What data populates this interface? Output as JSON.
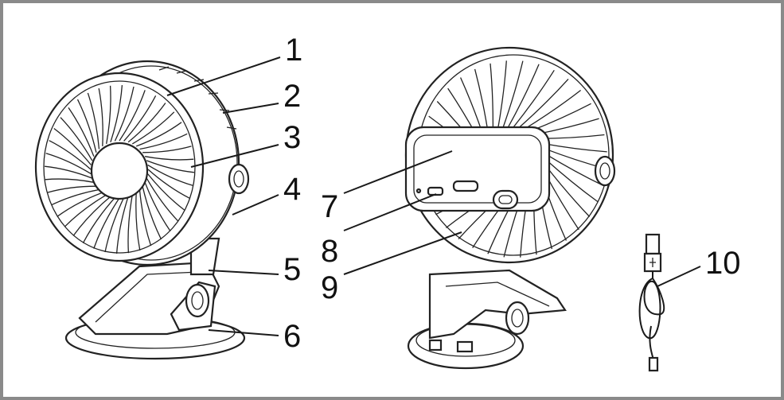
{
  "callouts": [
    {
      "id": "c1",
      "label": "1"
    },
    {
      "id": "c2",
      "label": "2"
    },
    {
      "id": "c3",
      "label": "3"
    },
    {
      "id": "c4",
      "label": "4"
    },
    {
      "id": "c5",
      "label": "5"
    },
    {
      "id": "c6",
      "label": "6"
    },
    {
      "id": "c7",
      "label": "7"
    },
    {
      "id": "c8",
      "label": "8"
    },
    {
      "id": "c9",
      "label": "9"
    },
    {
      "id": "c10",
      "label": "10"
    }
  ],
  "colors": {
    "frame": "#8a8a8a",
    "line": "#1a1a1a",
    "fill_light": "#eeeeee"
  }
}
